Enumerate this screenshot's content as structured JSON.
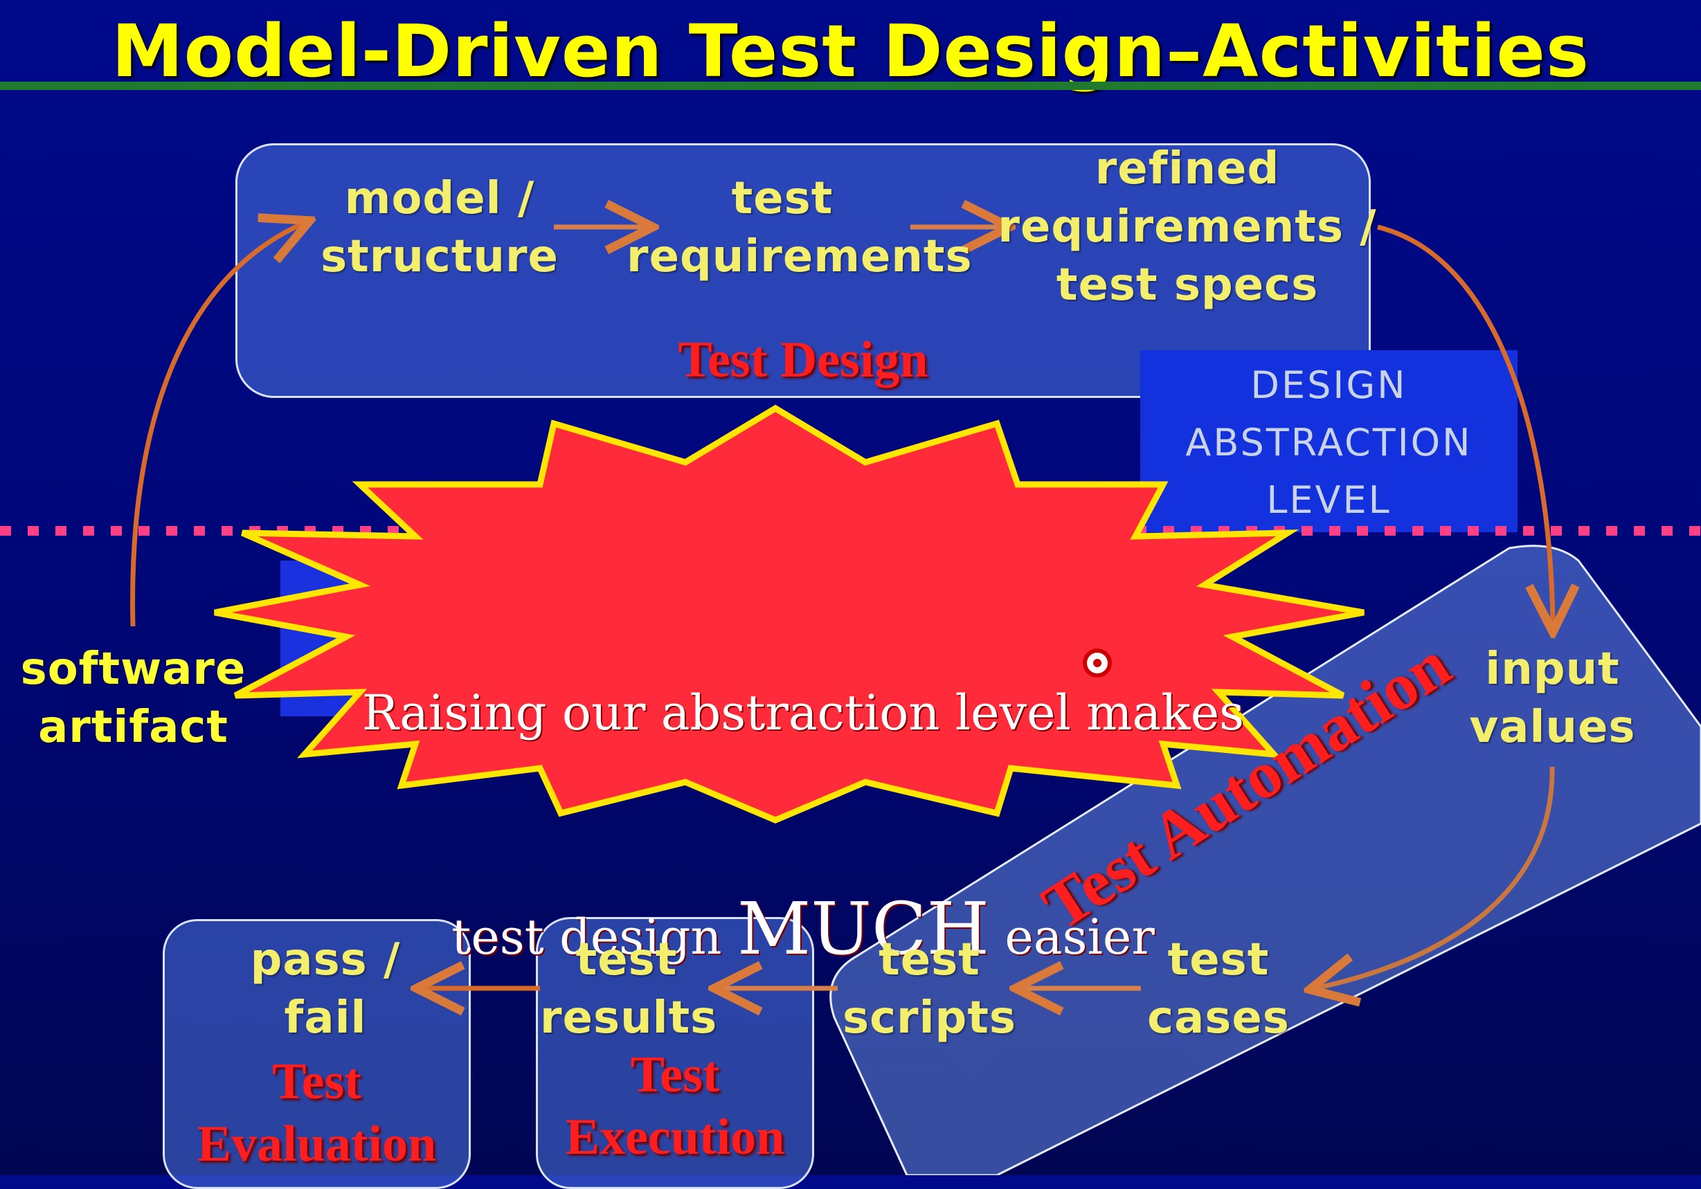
{
  "title": "Model-Driven Test Design–Activities",
  "design_stage": {
    "label": "Test Design",
    "nodes": {
      "model": "model /\nstructure",
      "test_requirements": "test\nrequirements",
      "refined": "refined\nrequirements /\ntest specs"
    }
  },
  "abstraction_label": "DESIGN\nABSTRACTION\nLEVEL",
  "software_artifact": "software\nartifact",
  "callout": {
    "line1": "Raising our abstraction level makes",
    "line2_before": "test design ",
    "line2_emphasis": "MUCH",
    "line2_after": " easier"
  },
  "automation_stage": {
    "label": "Test Automation",
    "nodes": {
      "input_values": "input\nvalues",
      "test_cases": "test\ncases",
      "test_scripts": "test\nscripts"
    }
  },
  "execution_stage": {
    "label": "Test\nExecution",
    "node": "test\nresults"
  },
  "evaluation_stage": {
    "label": "Test\nEvaluation",
    "node": "pass /\nfail"
  },
  "colors": {
    "background": "#000a8a",
    "title": "#ffff00",
    "node_text": "#f3ef6d",
    "stage_label": "#ff1e1e",
    "arrow": "#e07a3c",
    "star_fill": "#ff2a3a",
    "star_outline": "#ffe600",
    "dotted_line": "#ff3f86"
  },
  "icons": [
    "arrow-right-icon",
    "arrow-left-icon",
    "burst-star-icon",
    "cursor-icon"
  ]
}
